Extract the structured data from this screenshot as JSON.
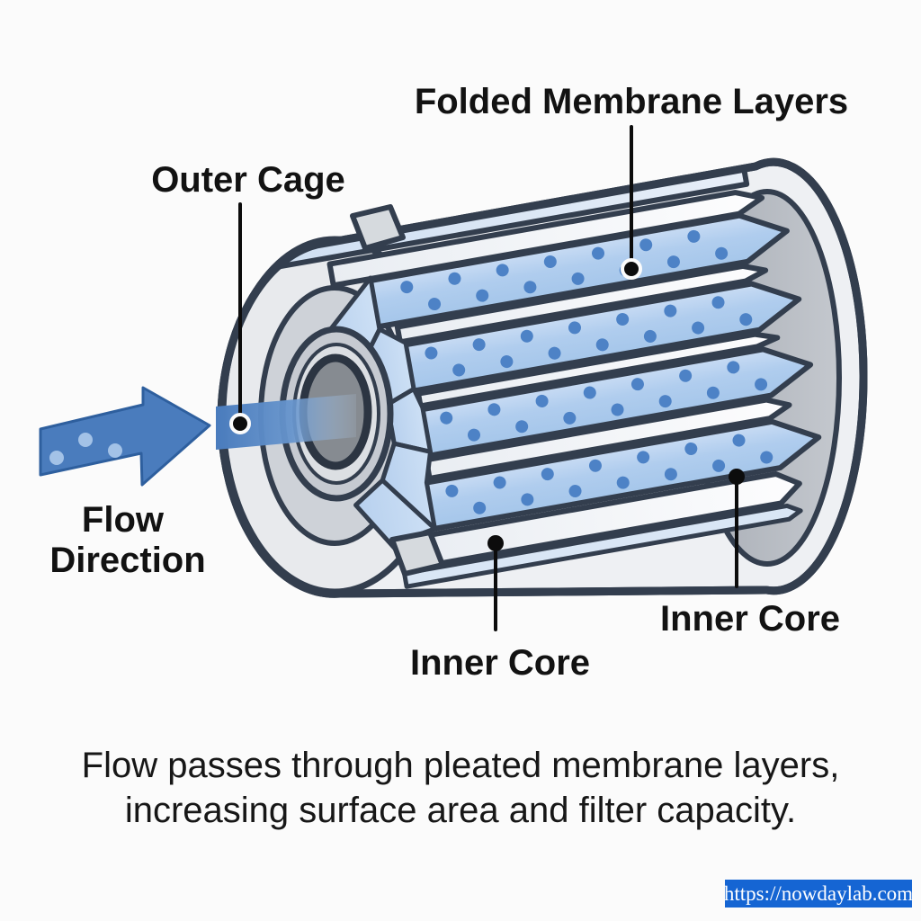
{
  "labels": {
    "folded_membrane": "Folded Membrane Layers",
    "outer_cage": "Outer Cage",
    "flow_line1": "Flow",
    "flow_line2": "Direction",
    "inner_core_left": "Inner Core",
    "inner_core_right": "Inner Core"
  },
  "caption": {
    "line1": "Flow passes through pleated membrane layers,",
    "line2": "increasing surface area and filter capacity."
  },
  "watermark": {
    "url": "https://nowdaylab.com"
  },
  "colors": {
    "background": "#fbfbfb",
    "outline": "#333e4e",
    "arrow_blue": "#4a7cbd",
    "arrow_outline": "#2e5f9e",
    "arrow_dot_blue": "#a3c2e7",
    "membrane_blue": "#aecbec",
    "membrane_dot_blue": "#4d82c6",
    "pleat_white": "#f2f5f9",
    "shell_gray": "#eef0f3",
    "cap_inner_gray": "#b5bac1",
    "core_hole_gray": "#868b91",
    "label_text": "#121212",
    "watermark_bg": "#1565d3",
    "watermark_text": "#ffffff"
  }
}
